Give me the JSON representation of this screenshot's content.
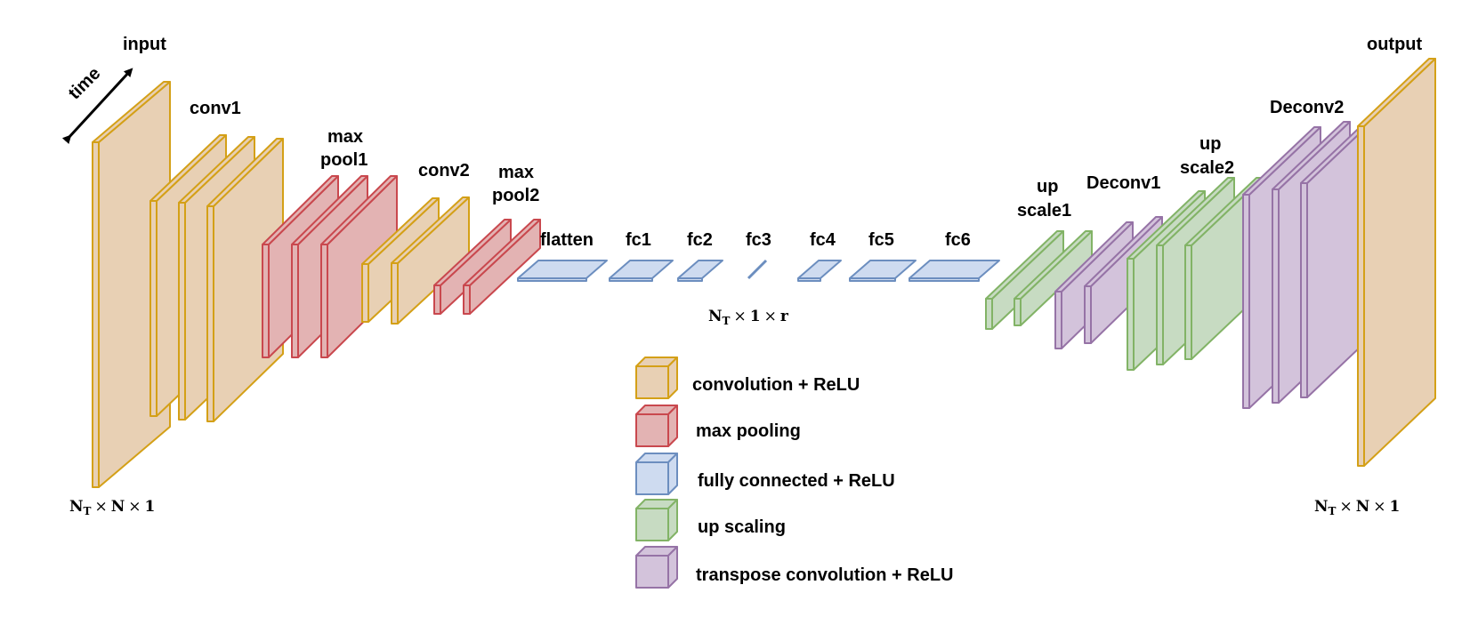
{
  "colors": {
    "conv_fill": "#E8D0B4",
    "conv_stroke": "#D4A017",
    "pool_fill": "#E3B3B3",
    "pool_stroke": "#C9484E",
    "fc_fill": "#CEDBF0",
    "fc_stroke": "#6C8EBF",
    "up_fill": "#C7DBC2",
    "up_stroke": "#82B366",
    "deconv_fill": "#D3C3DB",
    "deconv_stroke": "#9673A6"
  },
  "labels": {
    "input": "input",
    "time": "time",
    "conv1": "conv1",
    "max_pool1_a": "max",
    "max_pool1_b": "pool1",
    "conv2": "conv2",
    "max_pool2_a": "max",
    "max_pool2_b": "pool2",
    "flatten": "flatten",
    "fc1": "fc1",
    "fc2": "fc2",
    "fc3": "fc3",
    "fc4": "fc4",
    "fc5": "fc5",
    "fc6": "fc6",
    "up_scale1_a": "up",
    "up_scale1_b": "scale1",
    "deconv1": "Deconv1",
    "up_scale2_a": "up",
    "up_scale2_b": "scale2",
    "deconv2": "Deconv2",
    "output": "output"
  },
  "dims": {
    "input": {
      "a": "N",
      "a_sub": "T",
      "b": "N",
      "c": "1"
    },
    "latent": {
      "a": "N",
      "a_sub": "T",
      "b": "1",
      "c": "r"
    },
    "output": {
      "a": "N",
      "a_sub": "T",
      "b": "N",
      "c": "1"
    },
    "times": "×"
  },
  "legend": [
    {
      "key": "conv",
      "label": "convolution + ReLU"
    },
    {
      "key": "pool",
      "label": "max pooling"
    },
    {
      "key": "fc",
      "label": "fully connected + ReLU"
    },
    {
      "key": "up",
      "label": "up scaling"
    },
    {
      "key": "deconv",
      "label": "transpose convolution + ReLU"
    }
  ]
}
